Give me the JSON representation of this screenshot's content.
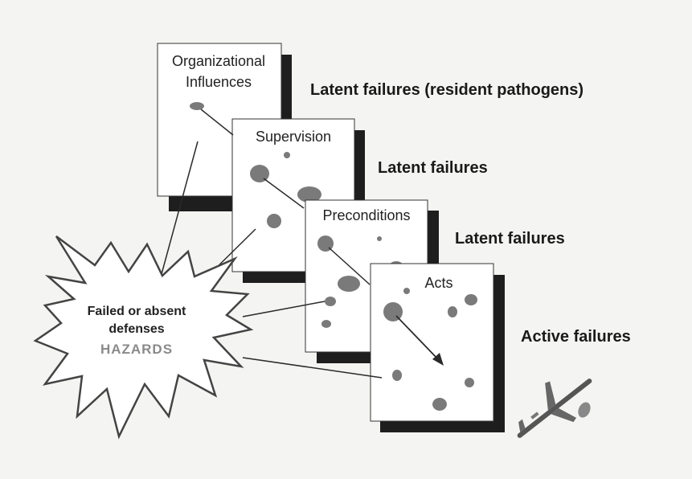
{
  "layers": [
    {
      "id": "organizational",
      "label_lines": [
        "Organizational",
        "Influences"
      ]
    },
    {
      "id": "supervision",
      "label_lines": [
        "Supervision"
      ]
    },
    {
      "id": "preconditions",
      "label_lines": [
        "Preconditions"
      ]
    },
    {
      "id": "acts",
      "label_lines": [
        "Acts"
      ]
    }
  ],
  "side_labels": {
    "organizational": "Latent failures (resident pathogens)",
    "supervision": "Latent failures",
    "preconditions": "Latent failures",
    "acts": "Active failures"
  },
  "burst": {
    "line1": "Failed or absent",
    "line2": "defenses",
    "hazards": "HAZARDS"
  },
  "colors": {
    "background": "#f4f4f2",
    "card_fill": "#ffffff",
    "card_shadow": "#1e1e1e",
    "hole_fill": "#7a7a7a",
    "line": "#2a2a2a",
    "hazards": "#8a8a8a"
  },
  "icons": {
    "aircraft": "crashing-airplane-icon"
  }
}
